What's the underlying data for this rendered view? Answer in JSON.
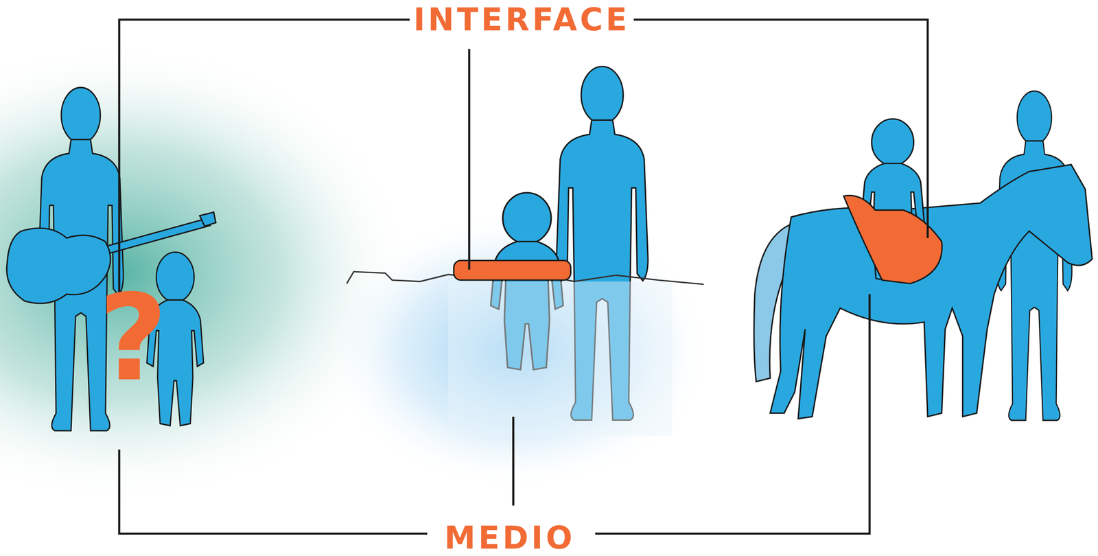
{
  "diagram": {
    "labels": [
      "INTERFACE",
      "MEDIO",
      "?"
    ]
  }
}
